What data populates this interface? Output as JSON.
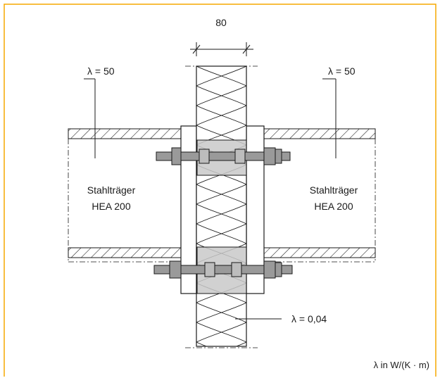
{
  "dimension": {
    "width_label": "80"
  },
  "labels": {
    "lambda_left": "λ = 50",
    "lambda_right": "λ = 50",
    "lambda_insulation": "λ = 0,04",
    "unit_note": "λ in W/(K · m)"
  },
  "beams": {
    "left": {
      "line1": "Stahlträger",
      "line2": "HEA 200"
    },
    "right": {
      "line1": "Stahlträger",
      "line2": "HEA 200"
    }
  },
  "colors": {
    "frame_border": "#f5a800",
    "line": "#1a1a1a",
    "bolt_fill": "#9a9a9a",
    "pad_fill": "#c9c9c9"
  }
}
